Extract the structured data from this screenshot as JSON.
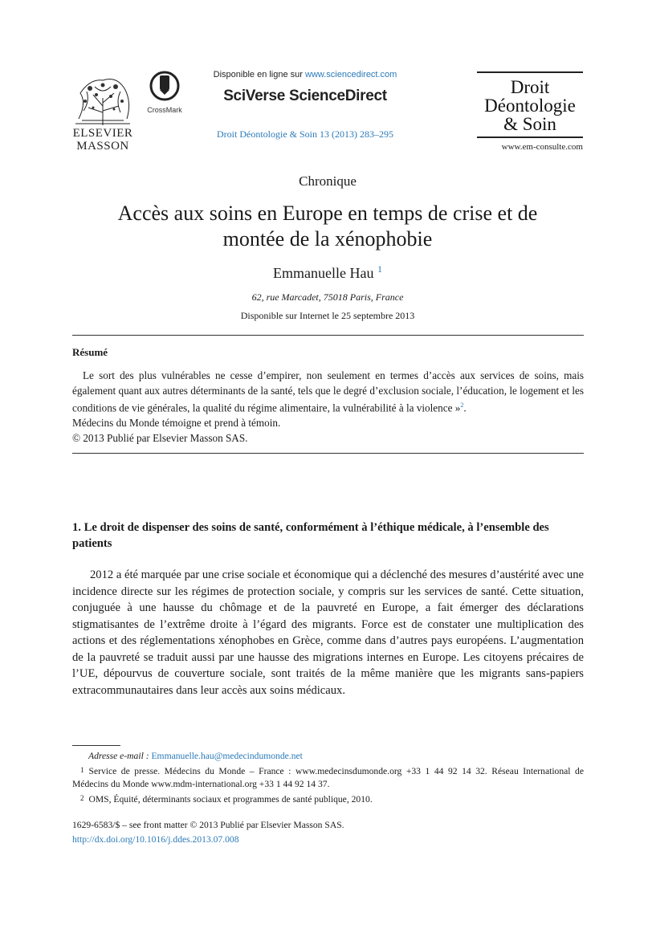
{
  "header": {
    "publisher_logo_line1": "ELSEVIER",
    "publisher_logo_line2": "MASSON",
    "crossmark_label": "CrossMark",
    "available_online_prefix": "Disponible en ligne sur",
    "available_online_url": "www.sciencedirect.com",
    "platform_name": "SciVerse ScienceDirect",
    "citation": "Droit Déontologie & Soin 13 (2013) 283–295",
    "journal_logo_line1": "Droit",
    "journal_logo_line2": "Déontologie",
    "journal_logo_line3": "& Soin",
    "journal_url": "www.em-consulte.com"
  },
  "article": {
    "section_kind": "Chronique",
    "title_line1": "Accès aux soins en Europe en temps de crise et de",
    "title_line2": "montée de la xénophobie",
    "author": "Emmanuelle Hau",
    "author_mark": "1",
    "affiliation": "62, rue Marcadet, 75018 Paris, France",
    "available_date": "Disponible sur Internet le 25 septembre 2013"
  },
  "abstract": {
    "heading": "Résumé",
    "text": "Le sort des plus vulnérables ne cesse d’empirer, non seulement en termes d’accès aux services de soins, mais également quant aux autres déterminants de la santé, tels que le degré d’exclusion sociale, l’éducation, le logement et les conditions de vie générales, la qualité du régime alimentaire, la vulnérabilité à la violence »",
    "text_mark": "2",
    "text_end": ".",
    "line2": "Médecins du Monde témoigne et prend à témoin.",
    "copyright": "© 2013 Publié par Elsevier Masson SAS."
  },
  "section1": {
    "heading": "1.  Le droit de dispenser des soins de santé, conformément à l’éthique médicale, à l’ensemble des patients",
    "body": "2012 a été marquée par une crise sociale et économique qui a déclenché des mesures d’austérité avec une incidence directe sur les régimes de protection sociale, y compris sur les services de santé. Cette situation, conjuguée à une hausse du chômage et de la pauvreté en Europe, a fait émerger des déclarations stigmatisantes de l’extrême droite à l’égard des migrants. Force est de constater une multiplication des actions et des réglementations xénophobes en Grèce, comme dans d’autres pays européens. L’augmentation de la pauvreté se traduit aussi par une hausse des migrations internes en Europe. Les citoyens précaires de l’UE, dépourvus de couverture sociale, sont traités de la même manière que les migrants sans-papiers extracommunautaires dans leur accès aux soins médicaux."
  },
  "footnotes": {
    "email_label": "Adresse e-mail :",
    "email": "Emmanuelle.hau@medecindumonde.net",
    "fn1_mark": "1",
    "fn1_text": "Service de presse. Médecins du Monde – France : www.medecinsdumonde.org +33 1 44 92 14 32. Réseau International de Médecins du Monde www.mdm-international.org +33 1 44 92 14 37.",
    "fn2_mark": "2",
    "fn2_text": "OMS, Équité, déterminants sociaux et programmes de santé publique, 2010."
  },
  "footer": {
    "issn": "1629-6583/$ – see front matter © 2013 Publié par Elsevier Masson SAS.",
    "doi": "http://dx.doi.org/10.1016/j.ddes.2013.07.008"
  }
}
